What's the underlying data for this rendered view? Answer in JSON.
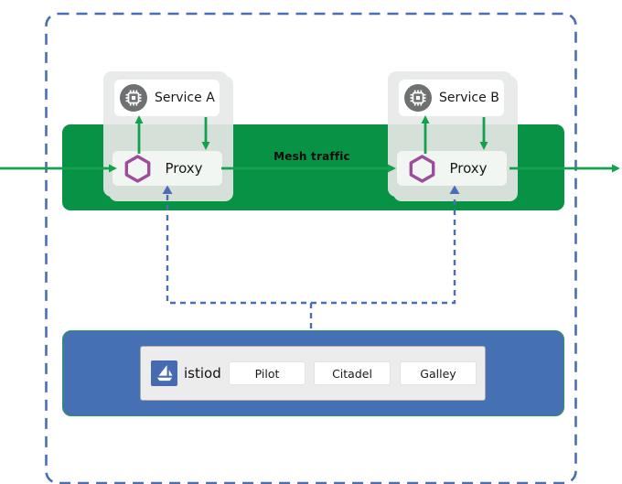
{
  "diagram": {
    "mesh_label": "Mesh traffic",
    "pods": [
      {
        "service_label": "Service A",
        "proxy_label": "Proxy"
      },
      {
        "service_label": "Service B",
        "proxy_label": "Proxy"
      }
    ],
    "control_plane": {
      "label": "istiod",
      "components": [
        {
          "label": "Pilot"
        },
        {
          "label": "Citadel"
        },
        {
          "label": "Galley"
        }
      ]
    },
    "colors": {
      "mesh_band_green": "#079245",
      "arrow_green": "#14a14e",
      "boundary_blue": "#4a6db5",
      "control_plane_blue": "#4670b4",
      "istio_logo_blue": "#466bb0",
      "proxy_hexagon_purple": "#9e4c9e",
      "service_icon_gray": "#6e7071",
      "pod_gray": "#e9ebea",
      "pod_green_tint": "#d5e0d8"
    }
  }
}
